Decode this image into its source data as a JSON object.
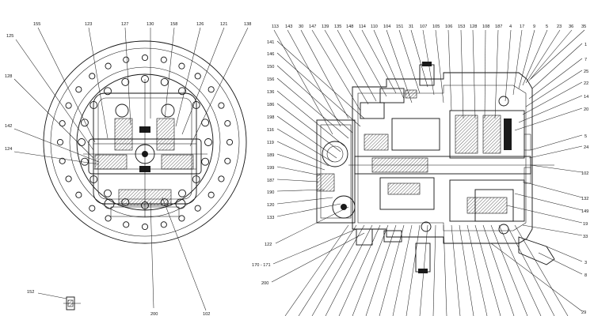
{
  "left_view": {
    "top_labels": [
      "155",
      "123",
      "127",
      "130",
      "158",
      "126",
      "121",
      "138"
    ],
    "left_labels": [
      "125",
      "128",
      "142",
      "124"
    ],
    "bottom_labels": [
      "152",
      "200",
      "102"
    ]
  },
  "right_view": {
    "top_labels": [
      "113",
      "143",
      "30",
      "147",
      "139",
      "135",
      "148",
      "114",
      "110",
      "104",
      "151",
      "31",
      "107",
      "105",
      "106",
      "153",
      "128",
      "108",
      "187",
      "4",
      "17",
      "9",
      "5",
      "23",
      "36",
      "35"
    ],
    "left_labels": [
      "141",
      "146",
      "150",
      "156",
      "136",
      "186",
      "198",
      "116",
      "119",
      "189",
      "199",
      "187",
      "190",
      "120",
      "133",
      "122",
      "170 - 171",
      "200"
    ],
    "right_labels": [
      "1",
      "7",
      "25",
      "22",
      "14",
      "20",
      "5",
      "24",
      "102",
      "132",
      "149",
      "19",
      "33",
      "3",
      "8",
      "29"
    ]
  }
}
